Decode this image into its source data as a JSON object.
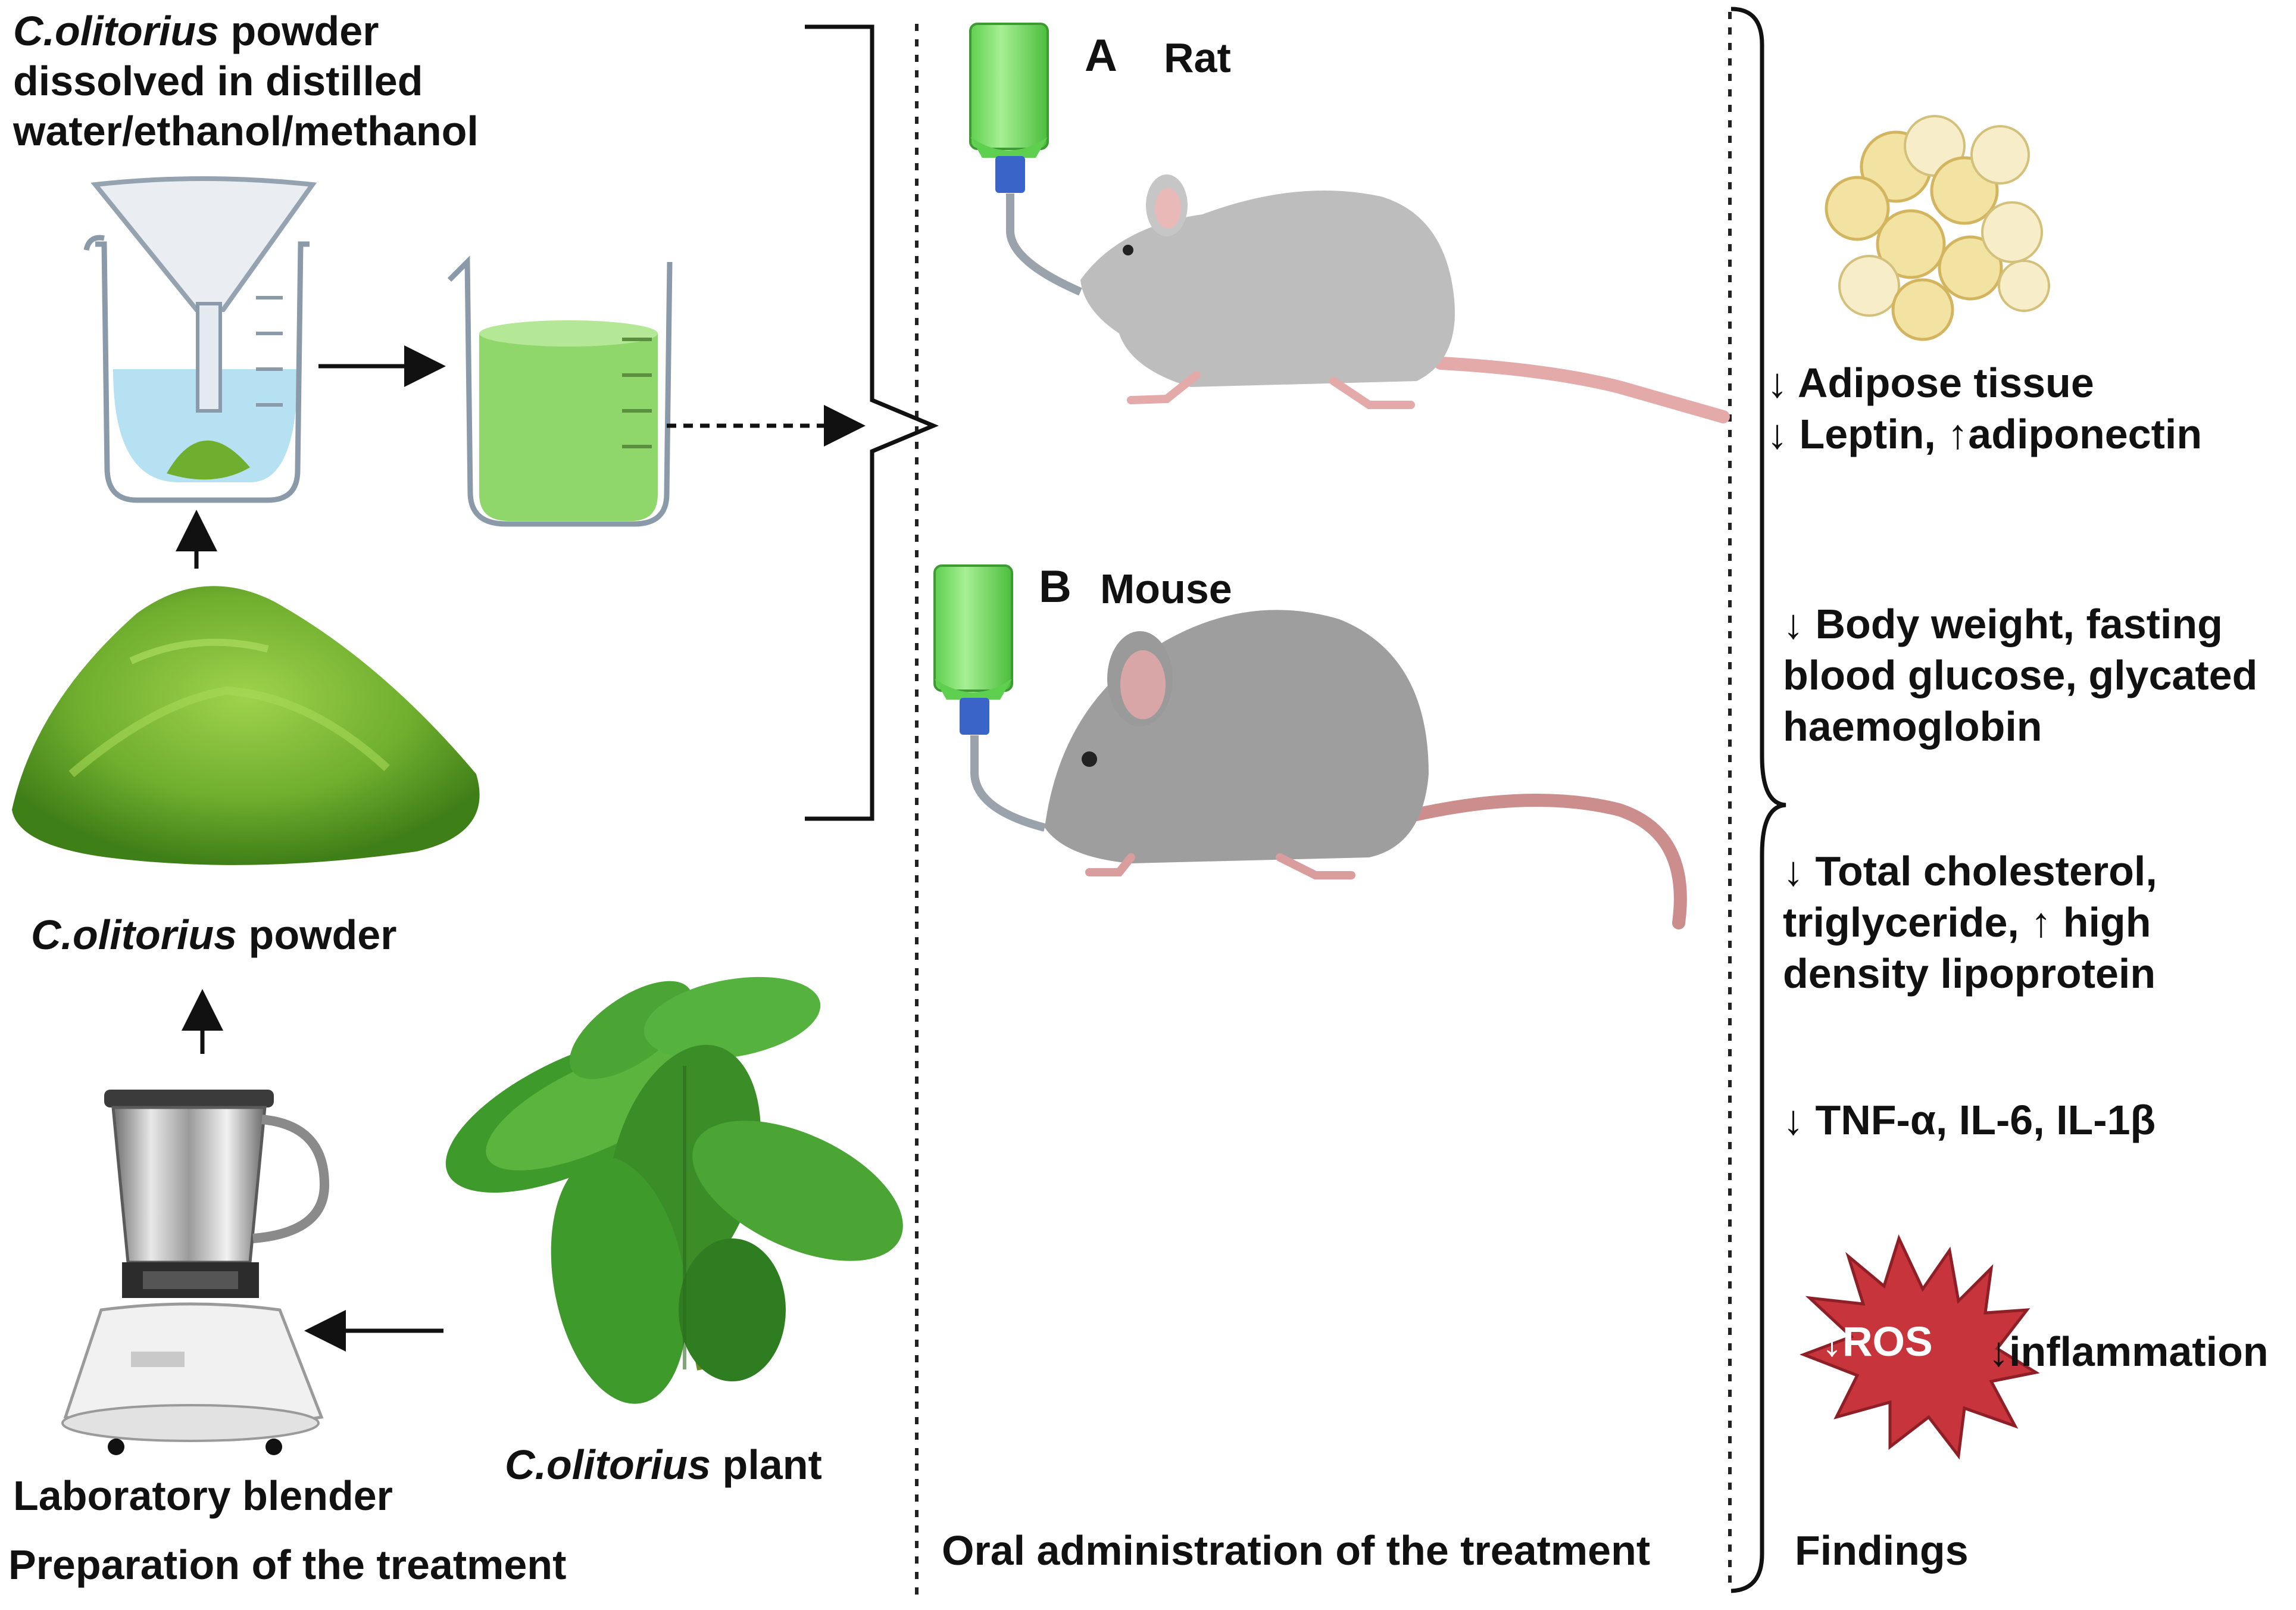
{
  "prep": {
    "dissolve_line1_italic": "C.olitorius",
    "dissolve_line1_rest": " powder",
    "dissolve_line2": "dissolved in distilled",
    "dissolve_line3": "water/ethanol/methanol",
    "powder_italic": "C.olitorius",
    "powder_rest": " powder",
    "blender": "Laboratory blender",
    "plant_italic": "C.olitorius",
    "plant_rest": " plant",
    "section": "Preparation of the treatment"
  },
  "admin": {
    "rat_letter": "A",
    "rat_label": "Rat",
    "mouse_letter": "B",
    "mouse_label": "Mouse",
    "section": "Oral administration of the treatment"
  },
  "findings": {
    "adipose": "↓ Adipose tissue",
    "leptin": "↓ Leptin,  ↑adiponectin",
    "body1": "↓ Body weight, fasting",
    "body2": "blood glucose, glycated",
    "body3": "haemoglobin",
    "chol1": "↓ Total cholesterol,",
    "chol2": "triglyceride, ↑ high",
    "chol3": "density lipoprotein",
    "cytokines": "↓ TNF-α,  IL-6,  IL-1β",
    "ros": "↓ROS",
    "inflammation": "↓inflammation",
    "section": "Findings"
  },
  "colors": {
    "solution_green": "#8fd66b",
    "powder_green": "#6fae2e",
    "water_blue": "#a9dcf0",
    "rodent_grey": "#b9b9b9",
    "tail_pink": "#e0a8a8",
    "ros_red": "#c8343c",
    "fat_yellow": "#f3e3a3"
  }
}
